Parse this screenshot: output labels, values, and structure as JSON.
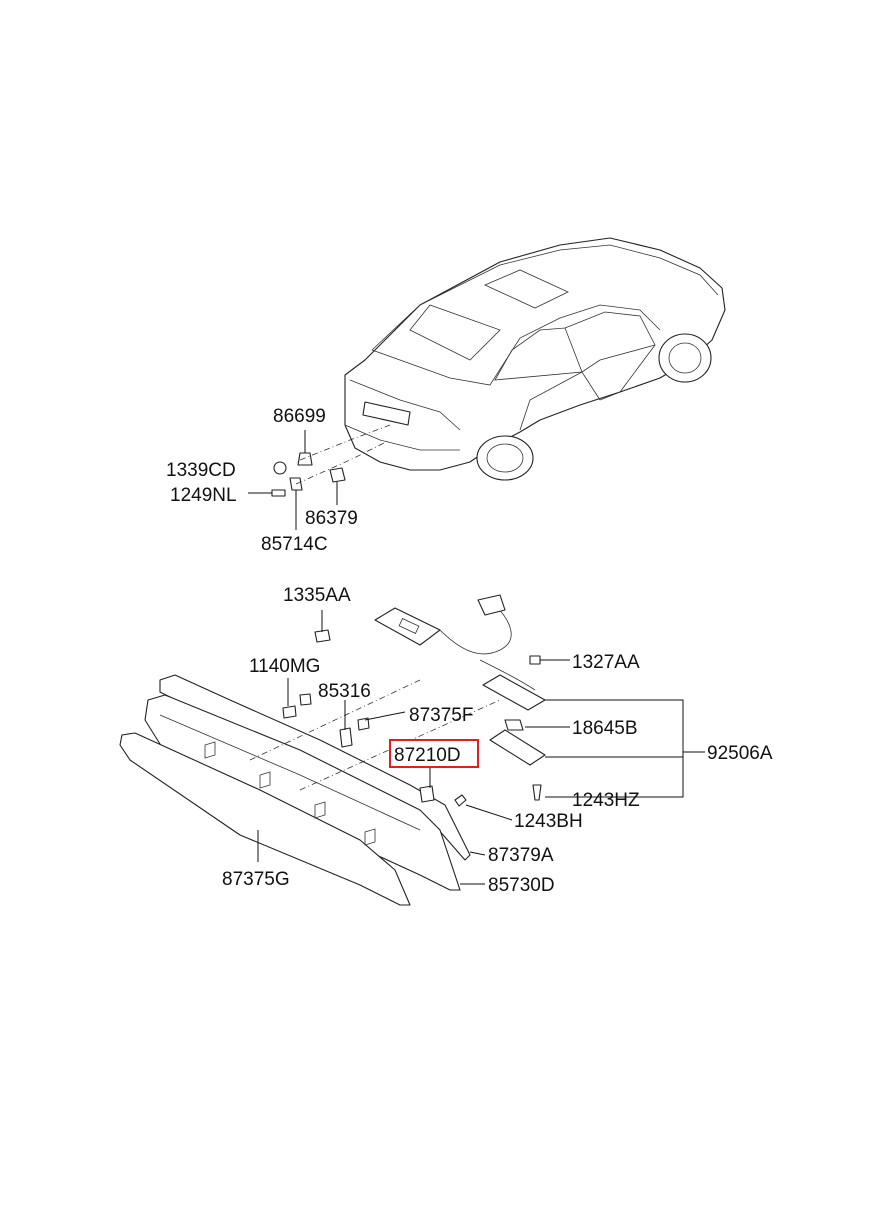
{
  "diagram": {
    "highlight_color": "#e02020",
    "highlighted_part": "87210D",
    "parts": {
      "p86699": "86699",
      "p1339CD": "1339CD",
      "p1249NL": "1249NL",
      "p86379": "86379",
      "p85714C": "85714C",
      "p1335AA": "1335AA",
      "p1327AA": "1327AA",
      "p1140MG": "1140MG",
      "p85316": "85316",
      "p87375F": "87375F",
      "p18645B": "18645B",
      "p87210D": "87210D",
      "p92506A": "92506A",
      "p1243HZ": "1243HZ",
      "p1243BH": "1243BH",
      "p87379A": "87379A",
      "p87375G": "87375G",
      "p85730D": "85730D"
    }
  }
}
